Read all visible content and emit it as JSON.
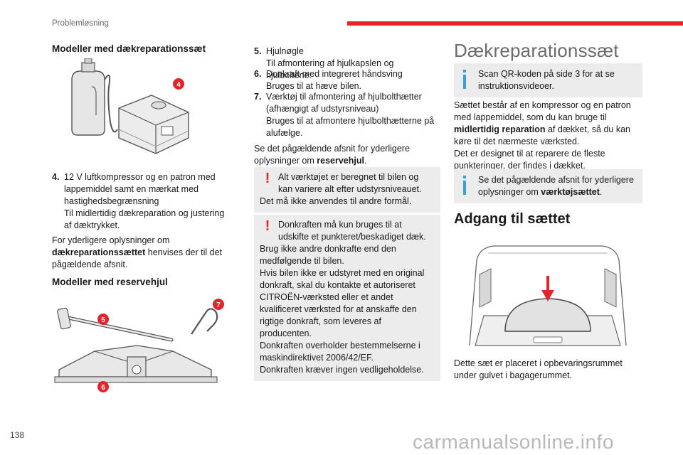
{
  "header": {
    "section": "Problemløsning"
  },
  "footer": {
    "page_number": "138",
    "watermark": "carmanualsonline.info"
  },
  "col1": {
    "heading_kit": "Modeller med dækreparationssæt",
    "callout_4": "4",
    "item4": {
      "num": "4.",
      "line1": "12 V luftkompressor og en patron med lappemiddel samt en mærkat med hastighedsbegrænsning",
      "line2": "Til midlertidig dækreparation og justering af dæktrykket."
    },
    "more_info_pre": "For yderligere oplysninger om ",
    "more_info_bold": "dækreparationssættet",
    "more_info_post": " henvises der til det pågældende afsnit.",
    "heading_spare": "Modeller med reservehjul",
    "callout_5": "5",
    "callout_6": "6",
    "callout_7": "7"
  },
  "col2": {
    "item5": {
      "num": "5.",
      "line1": "Hjulnøgle",
      "line2": "Til afmontering af hjulkapslen og hjulboltene."
    },
    "item6": {
      "num": "6.",
      "line1": "Donkraft med integreret håndsving",
      "line2": "Bruges til at hæve bilen."
    },
    "item7": {
      "num": "7.",
      "line1": "Værktøj til afmontering af hjulbolthætter (afhængigt af udstyrsniveau)",
      "line2": "Bruges til at afmontere hjulbolthætterne på alufælge."
    },
    "see_pre": "Se det pågældende afsnit for yderligere oplysninger om ",
    "see_bold": "reservehjul",
    "see_post": ".",
    "warn1": {
      "lead": "Alt værktøjet er beregnet til bilen og kan variere alt efter udstyrsniveauet.",
      "rest": "Det må ikke anvendes til andre formål."
    },
    "warn2": {
      "lead": "Donkraften må kun bruges til at udskifte et punkteret/beskadiget dæk.",
      "rest": [
        "Brug ikke andre donkrafte end den medfølgende til bilen.",
        "Hvis bilen ikke er udstyret med en original donkraft, skal du kontakte et autoriseret CITROËN-værksted eller et andet kvalificeret værksted for at anskaffe den rigtige donkraft, som leveres af producenten.",
        "Donkraften overholder bestemmelserne i maskindirektivet 2006/42/EF.",
        "Donkraften kræver ingen vedligeholdelse."
      ]
    }
  },
  "col3": {
    "title": "Dækreparationssæt",
    "info1": "Scan QR-koden på side 3 for at se instruktionsvideoer.",
    "para_pre": "Sættet består af en kompressor og en patron med lappemiddel, som du kan bruge til ",
    "para_bold": "midlertidig reparation",
    "para_post": " af dækket, så du kan køre til det nærmeste værksted.",
    "para2": "Det er designet til at reparere de fleste punkteringer, der findes i dækket.",
    "info2_pre": "Se det pågældende afsnit for yderligere oplysninger om ",
    "info2_bold": "værktøjsættet",
    "info2_post": ".",
    "heading_access": "Adgang til sættet",
    "caption": "Dette sæt er placeret i opbevaringsrummet under gulvet i bagagerummet."
  },
  "colors": {
    "accent_red": "#e3242b",
    "info_blue": "#3aa0dc",
    "box_gray": "#ececec"
  }
}
